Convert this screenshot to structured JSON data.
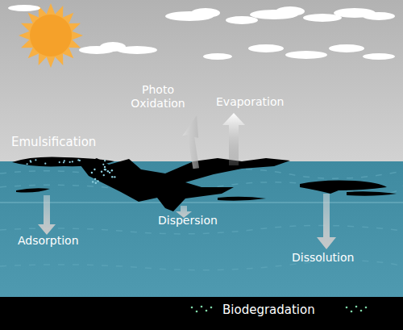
{
  "diagram": {
    "labels": [
      "Photo Oxidation",
      "Evaporation",
      "Emulsification",
      "Dispersion",
      "Adsorption",
      "Dissolution",
      "Biodegradation"
    ]
  }
}
